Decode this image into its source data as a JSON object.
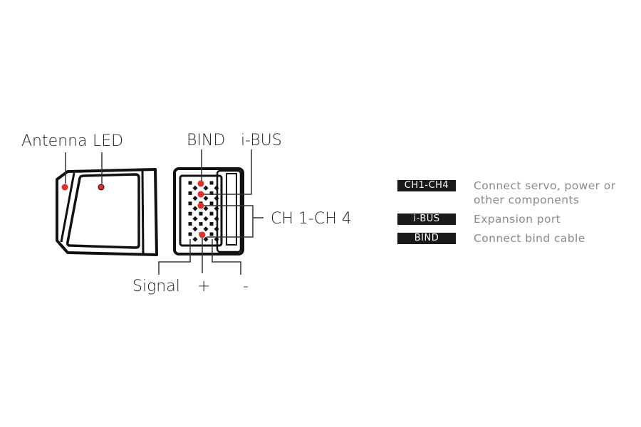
{
  "diagram": {
    "labels": {
      "antenna": "Antenna",
      "led": "LED",
      "bind": "BIND",
      "ibus": "i-BUS",
      "ch": "CH 1-CH 4",
      "signal": "Signal",
      "plus": "+",
      "minus": "-"
    },
    "accent_color": "#e0302a"
  },
  "legend": [
    {
      "badge": "CH1-CH4",
      "line1": "Connect servo, power or",
      "line2": "other components"
    },
    {
      "badge": "i-BUS",
      "line1": "Expansion port"
    },
    {
      "badge": "BIND",
      "line1": "Connect bind cable"
    }
  ]
}
